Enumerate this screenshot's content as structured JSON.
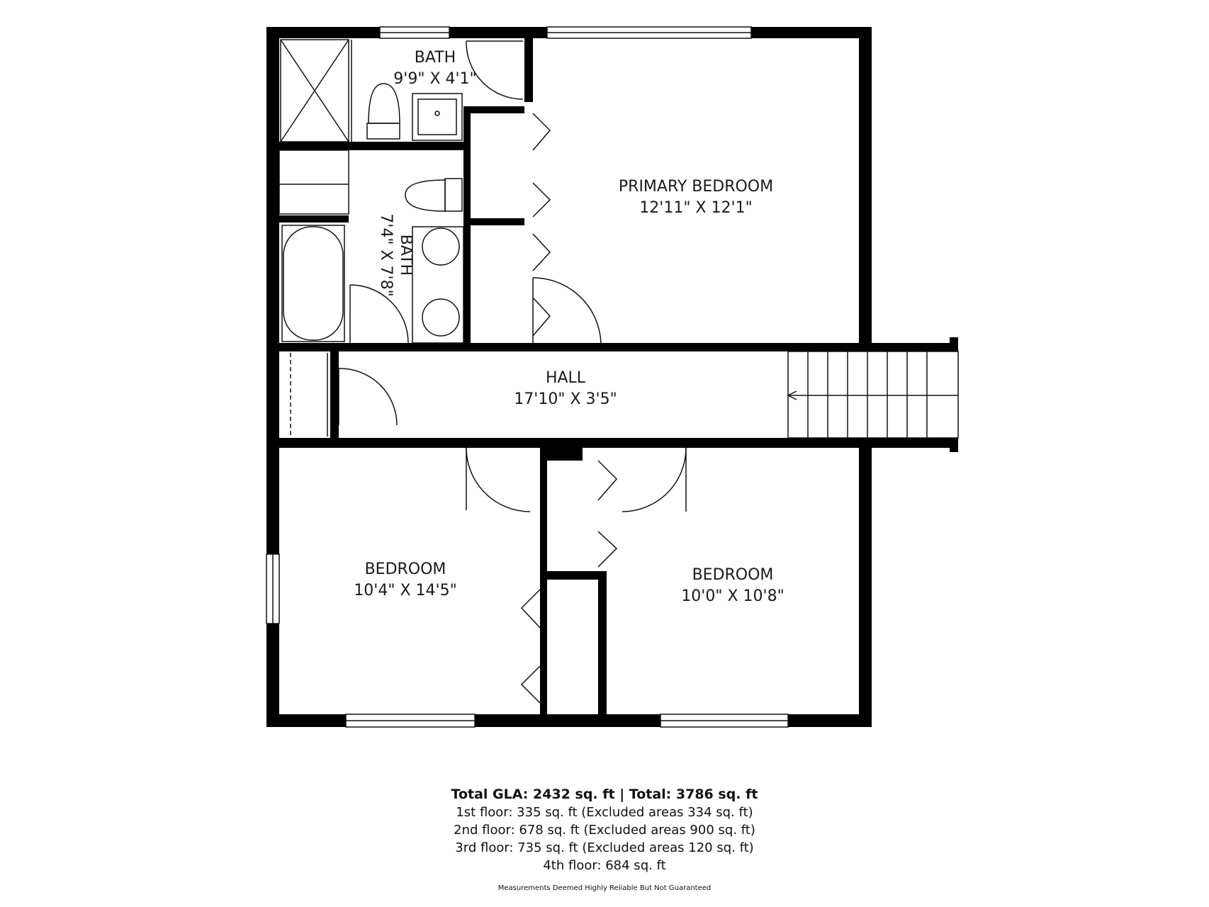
{
  "rooms": {
    "bath_upper": {
      "name": "BATH",
      "dims": "9'9\" X 4'1\""
    },
    "bath_lower": {
      "name": "BATH",
      "dims": "7'4\" X 7'8\""
    },
    "primary_bedroom": {
      "name": "PRIMARY BEDROOM",
      "dims": "12'11\" X 12'1\""
    },
    "hall": {
      "name": "HALL",
      "dims": "17'10\" X 3'5\""
    },
    "bedroom_left": {
      "name": "BEDROOM",
      "dims": "10'4\" X 14'5\""
    },
    "bedroom_right": {
      "name": "BEDROOM",
      "dims": "10'0\" X 10'8\""
    }
  },
  "summary": {
    "total": "Total GLA: 2432 sq. ft | Total: 3786 sq. ft",
    "floors": [
      "1st floor: 335 sq. ft (Excluded areas 334 sq. ft)",
      "2nd floor: 678 sq. ft (Excluded areas 900 sq. ft)",
      "3rd floor: 735 sq. ft (Excluded areas 120 sq. ft)",
      "4th floor: 684 sq. ft"
    ],
    "disclaimer": "Measurements Deemed Highly Reliable But Not Guaranteed"
  },
  "colors": {
    "wall": "#000000",
    "line": "#111111",
    "background": "#ffffff"
  }
}
